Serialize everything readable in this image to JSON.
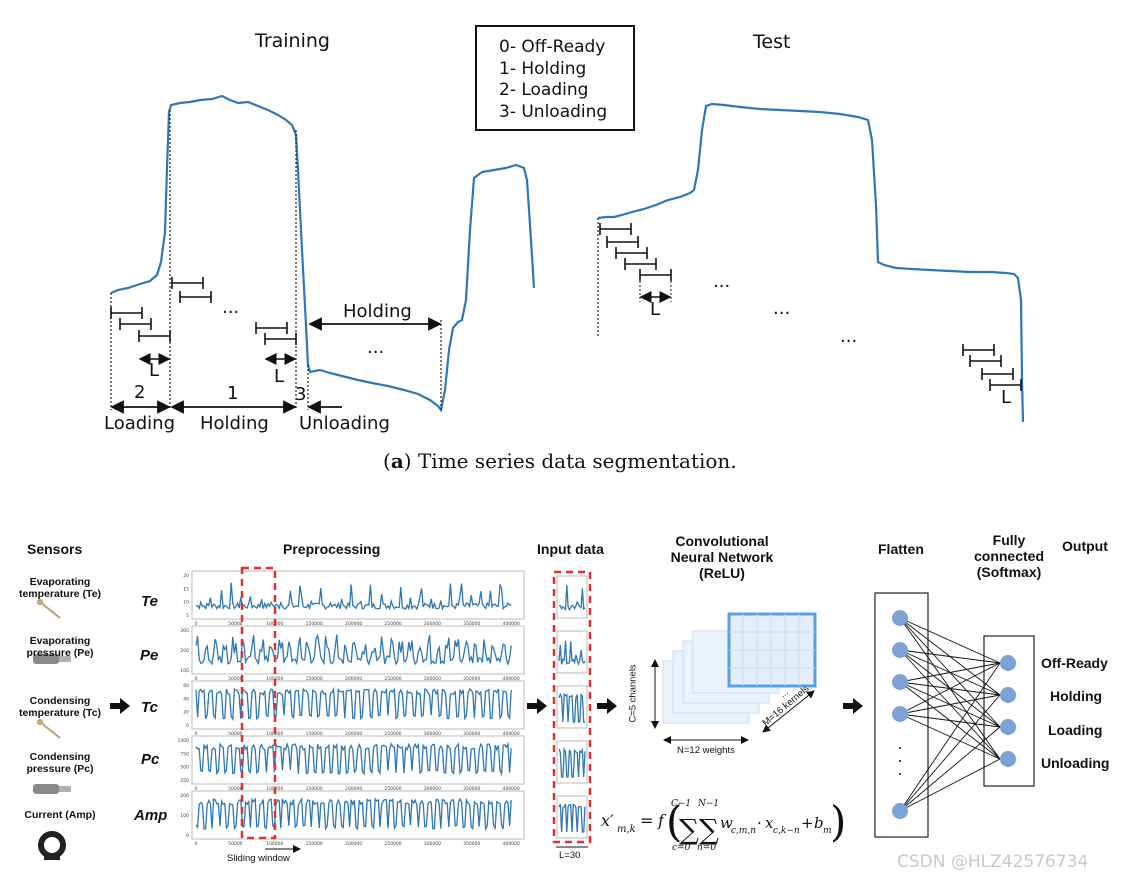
{
  "panel_a": {
    "training_title": "Training",
    "test_title": "Test",
    "legend": [
      "0- Off-Ready",
      "1- Holding",
      "2- Loading",
      "3- Unloading"
    ],
    "seg_num_2": "2",
    "seg_num_1": "1",
    "seg_num_3": "3",
    "loading": "Loading",
    "holding": "Holding",
    "unloading": "Unloading",
    "holding_mid": "Holding",
    "L": "L",
    "dots": "...",
    "caption_letter": "a",
    "caption_text": " Time series data segmentation."
  },
  "panel_b": {
    "sensors_title": "Sensors",
    "preprocessing_title": "Preprocessing",
    "input_title": "Input data",
    "cnn_title": [
      "Convolutional",
      "Neural Network",
      "(ReLU)"
    ],
    "flatten_title": "Flatten",
    "fc_title": [
      "Fully",
      "connected",
      "(Softmax)"
    ],
    "output_title": "Output",
    "sensors": [
      [
        "Evaporating",
        "temperature (Te)"
      ],
      [
        "Evaporating",
        "pressure (Pe)"
      ],
      [
        "Condensing",
        "temperature (Tc)"
      ],
      [
        "Condensing",
        "pressure (Pc)"
      ],
      [
        "Current (Amp)"
      ]
    ],
    "channels": [
      "Te",
      "Pe",
      "Tc",
      "Pc",
      "Amp"
    ],
    "sliding_window": "Sliding window",
    "l30": "L=30",
    "c_channels": "C=5 channels",
    "n_weights": "N=12 weights",
    "m_kernels": "M=16 kernels",
    "cnn_dots": "...",
    "outputs": [
      "Off-Ready",
      "Holding",
      "Loading",
      "Unloading"
    ],
    "x_ticks": [
      "0",
      "50000",
      "100000",
      "150000",
      "200000",
      "250000",
      "300000",
      "350000",
      "400000"
    ],
    "y_ticks": [
      [
        "20",
        "15",
        "10",
        "5"
      ],
      [
        "300",
        "200",
        "100"
      ],
      [
        "60",
        "40",
        "20",
        "0"
      ],
      [
        "1000",
        "750",
        "500",
        "250"
      ],
      [
        "200",
        "100",
        "0"
      ]
    ]
  },
  "watermark": "CSDN @HLZ42576734",
  "colors": {
    "signal": "#2f78b4",
    "dashed": "#e03030",
    "node": "#7ba3d6"
  }
}
